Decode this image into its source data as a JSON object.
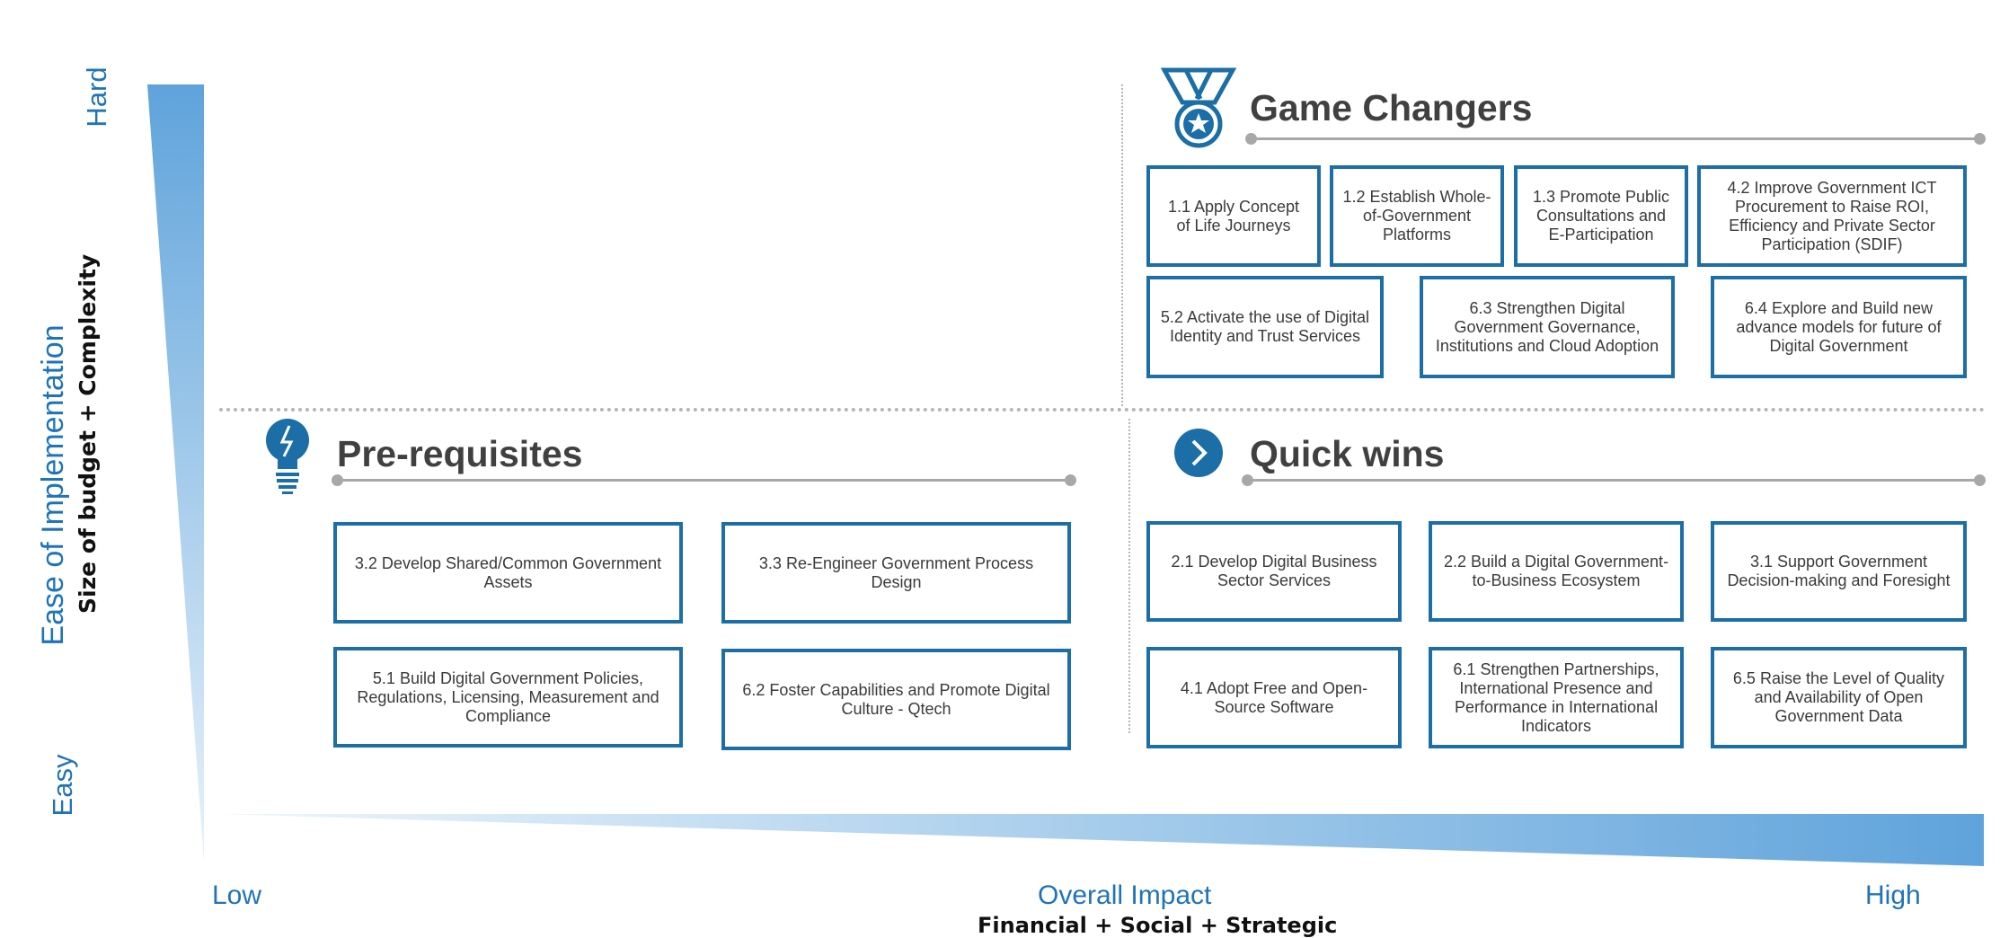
{
  "yaxis": {
    "title": "Ease of Implementation",
    "subtitle": "Size of budget + Complexity",
    "top": "Hard",
    "bottom": "Easy"
  },
  "xaxis": {
    "title": "Overall Impact",
    "subtitle": "Financial + Social + Strategic",
    "left": "Low",
    "right": "High"
  },
  "colors": {
    "accent": "#1f74b8",
    "box_border": "#1b6ea6",
    "title": "#404040"
  },
  "quadrants": {
    "game_changers": {
      "title": "Game Changers",
      "icon": "medal-icon",
      "items": [
        "1.1 Apply Concept of Life Journeys",
        "1.2 Establish Whole-of-Government Platforms",
        "1.3 Promote Public Consultations and E-Participation",
        "4.2 Improve Government ICT Procurement to Raise ROI, Efficiency and Private Sector Participation (SDIF)",
        "5.2 Activate the use of Digital Identity and Trust Services",
        "6.3 Strengthen Digital Government Governance, Institutions and Cloud Adoption",
        "6.4 Explore and Build new advance models for future of Digital Government"
      ]
    },
    "prerequisites": {
      "title": "Pre-requisites",
      "icon": "lightbulb-icon",
      "items": [
        "3.2 Develop Shared/Common Government Assets",
        "3.3 Re-Engineer Government Process Design",
        "5.1 Build Digital Government Policies, Regulations, Licensing, Measurement and Compliance",
        "6.2 Foster Capabilities and Promote Digital Culture - Qtech"
      ]
    },
    "quick_wins": {
      "title": "Quick wins",
      "icon": "chevron-right-circle-icon",
      "items": [
        "2.1 Develop Digital Business Sector Services",
        "2.2 Build a Digital Government-to-Business Ecosystem",
        "3.1 Support Government Decision-making and Foresight",
        "4.1 Adopt Free and Open-Source Software",
        "6.1 Strengthen Partnerships, International Presence and Performance in International Indicators",
        "6.5 Raise the Level of Quality and Availability of Open Government Data"
      ]
    }
  }
}
